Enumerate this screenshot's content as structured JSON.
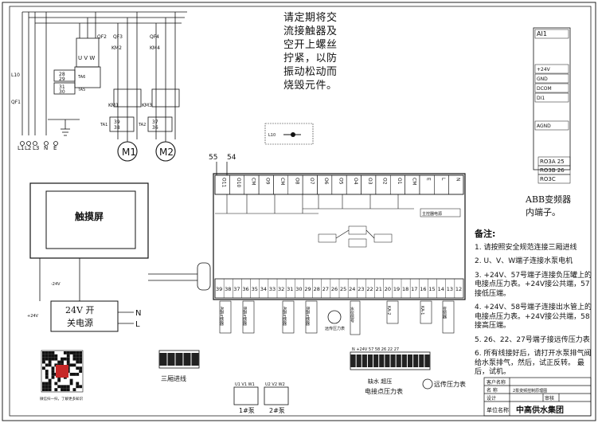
{
  "warning_text": "请定期将交流接触器及空开上螺丝拧紧，以防振动松动而烧毁元件。",
  "top_left": {
    "breakers": [
      "QF2",
      "QF3",
      "QF4",
      "QF1"
    ],
    "contactors": [
      "KM2",
      "KM4",
      "KM1",
      "KM3"
    ],
    "uvw_label": "U V W",
    "ta_labels": [
      "TA6",
      "TA5",
      "TA1",
      "TA2"
    ],
    "terminals": [
      "28",
      "29",
      "31",
      "30",
      "39",
      "38",
      "37",
      "36"
    ],
    "line_labels": [
      "L1",
      "L2",
      "L3",
      "N",
      "E"
    ],
    "l10": "L10",
    "motors": [
      "M1",
      "M2"
    ]
  },
  "small_box": {
    "label": "L10"
  },
  "terminal_top": [
    "O11",
    "O10",
    "CM",
    "O9",
    "CM",
    "O8",
    "O7",
    "O6",
    "O5",
    "O4",
    "O3",
    "O2",
    "O1",
    "CM",
    "E",
    "L",
    "N"
  ],
  "terminal_top_left": [
    "55",
    "54"
  ],
  "terminal_bottom": [
    "39",
    "38",
    "37",
    "36",
    "35",
    "34",
    "33",
    "32",
    "31",
    "30",
    "29",
    "28",
    "27",
    "26",
    "25",
    "24",
    "23",
    "22",
    "21",
    "20",
    "19",
    "18",
    "17",
    "16",
    "15",
    "14",
    "13",
    "12"
  ],
  "small_text_in_controller": "主控器电源",
  "touch_screen": "触摸屏",
  "psu": {
    "line1": "24V 开",
    "line2": "关电源",
    "n": "N",
    "l": "L",
    "plus24": "+24V",
    "minus24": "-24V"
  },
  "sensors": [
    {
      "text": "A相互感器"
    },
    {
      "text": "B相互感器"
    },
    {
      "text": "A相互感器"
    },
    {
      "text": "B相互感器"
    },
    {
      "text": "远传压力表"
    },
    {
      "text": "水位信号"
    },
    {
      "text": "KA-2"
    },
    {
      "text": "KA-1"
    },
    {
      "text": "变频器"
    }
  ],
  "abb": {
    "terms": [
      "AI1",
      "+24V",
      "GND",
      "DCOM",
      "DI1",
      "AGND"
    ],
    "terms2": [
      "RO3A 25",
      "RO3B 26",
      "RO3C"
    ],
    "caption1": "ABB变频器",
    "caption2": "内端子。"
  },
  "notes": {
    "title": "备注:",
    "items": [
      "1. 请按照安全规范连接三厢进线",
      "2. U、V、W端子连接水泵电机",
      "3. +24V、57号端子连接负压罐上的电接点压力表。+24V接公共端，57接低压端。",
      "4. +24V、58号端子连接出水管上的电接点压力表。+24V接公共端，58接高压端。",
      "5. 26、22、27号端子接远传压力表",
      "6. 所有线接好后，请打开水泵排气阀给水泵排气，然后，试正反转。 最后，试机。"
    ]
  },
  "bottom": {
    "qr_caption": "微信扫一扫，了解更多知识",
    "three_phase": "三厢进线",
    "pump1": "1#泵",
    "pump2": "2#泵",
    "pump_terms1": "U1 V1 W1",
    "pump_terms2": "U2 V2 W2",
    "strip_top": "N    +24V  57  58          26  22  27",
    "gauge_l1": "缺水  超压",
    "gauge_l2": "电接点压力表",
    "remote_gauge": "远传压力表"
  },
  "title_block": {
    "rows": [
      [
        "客户名称",
        ""
      ],
      [
        "名  称",
        "2泵变频控制原理图"
      ],
      [
        "设计",
        "",
        "审核",
        ""
      ],
      [
        "单位名称",
        "中高供水集团"
      ]
    ]
  }
}
